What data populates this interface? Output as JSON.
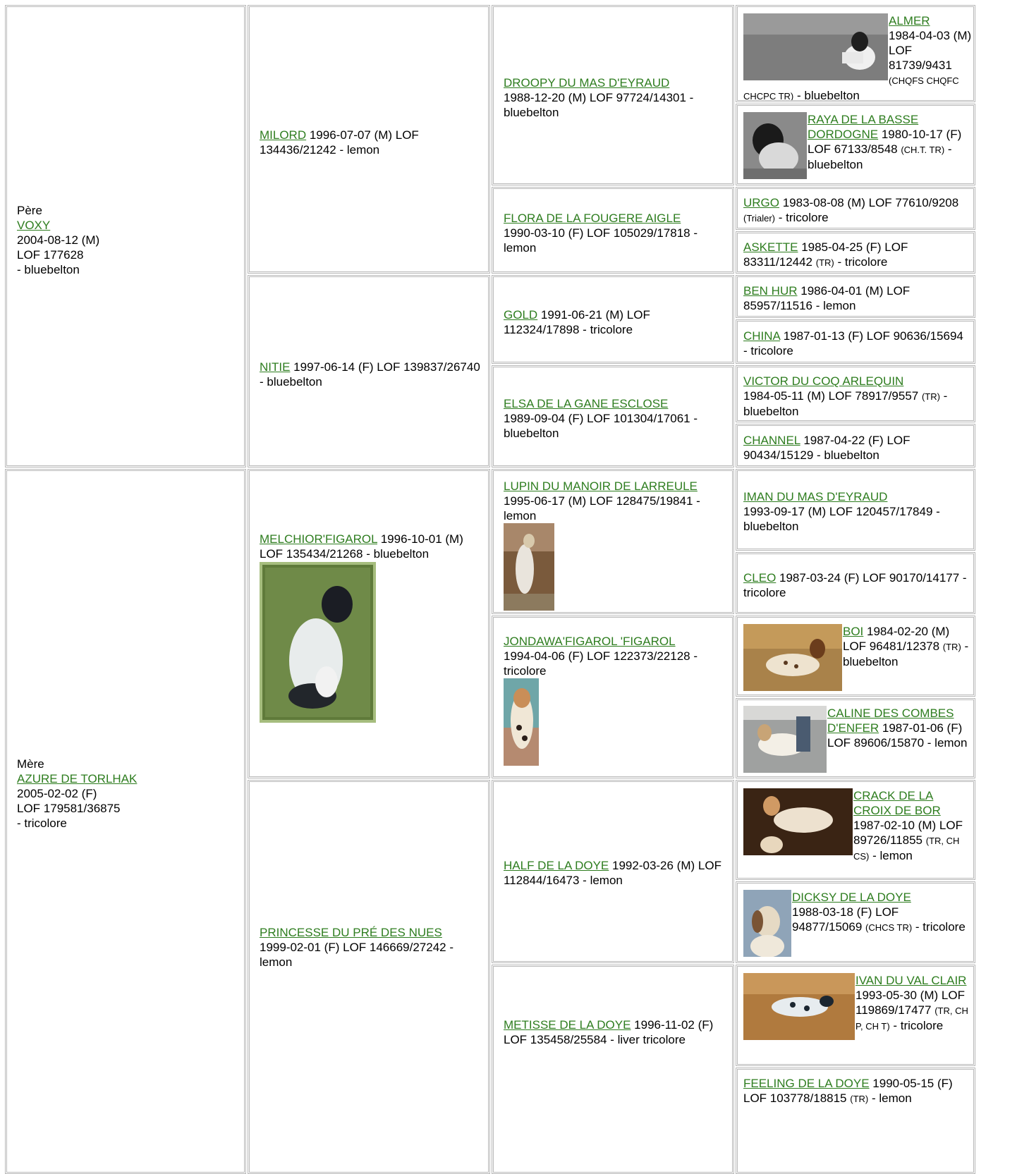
{
  "sire": {
    "heading": "Père",
    "name": "VOXY",
    "line1": "2004-08-12 (M)",
    "line2": "LOF 177628",
    "line3": "- bluebelton"
  },
  "dam": {
    "heading": "Mère",
    "name": "AZURE DE TORLHAK",
    "line1": "2005-02-02 (F)",
    "line2": "LOF 179581/36875",
    "line3": "- tricolore"
  },
  "gen2": {
    "milord": {
      "name": "MILORD",
      "info": " 1996-07-07 (M) LOF 134436/21242 - lemon"
    },
    "nitie": {
      "name": "NITIE",
      "info": " 1997-06-14 (F) LOF 139837/26740 - bluebelton"
    },
    "melchior": {
      "name": "MELCHIOR'FIGAROL",
      "info": " 1996-10-01 (M) LOF 135434/21268 - bluebelton"
    },
    "princesse": {
      "name": "PRINCESSE DU PRÉ DES NUES",
      "info": "1999-02-01 (F) LOF 146669/27242 - lemon"
    }
  },
  "gen3": {
    "droopy": {
      "name": "DROOPY DU MAS D'EYRAUD",
      "info": "1988-12-20 (M) LOF 97724/14301 - bluebelton"
    },
    "flora": {
      "name": "FLORA DE LA FOUGERE AIGLE",
      "info": "1990-03-10 (F) LOF 105029/17818 - lemon"
    },
    "gold": {
      "name": "GOLD",
      "info": " 1991-06-21 (M) LOF 112324/17898 - tricolore"
    },
    "elsa": {
      "name": "ELSA DE LA GANE ESCLOSE",
      "info": "1989-09-04 (F) LOF 101304/17061 - bluebelton"
    },
    "lupin": {
      "name": "LUPIN DU MANOIR DE LARREULE",
      "info": "1995-06-17 (M) LOF 128475/19841 - lemon"
    },
    "jondawa": {
      "name": "JONDAWA'FIGAROL 'FIGAROL",
      "info": "1994-04-06 (F) LOF 122373/22128 - tricolore"
    },
    "half": {
      "name": "HALF DE LA DOYE",
      "info": " 1992-03-26 (M) LOF 112844/16473 - lemon"
    },
    "metisse": {
      "name": "METISSE DE LA DOYE",
      "info": " 1996-11-02 (F) LOF 135458/25584 - liver tricolore"
    }
  },
  "gen4": {
    "almer": {
      "name": "ALMER",
      "info": "1984-04-03 (M) LOF 81739/9431",
      "title": "(CHQFS CHQFC CHCPC TR)",
      "color": " - bluebelton"
    },
    "raya": {
      "name": "RAYA DE LA BASSE DORDOGNE",
      "info": " 1980-10-17 (F) LOF 67133/8548 ",
      "title": "(CH.T. TR)",
      "color": " - bluebelton"
    },
    "urgo": {
      "name": "URGO",
      "info": " 1983-08-08 (M) LOF 77610/9208 ",
      "title": "(Trialer)",
      "color": " - tricolore"
    },
    "askette": {
      "name": "ASKETTE",
      "info": " 1985-04-25 (F) LOF 83311/12442 ",
      "title": "(TR)",
      "color": " - tricolore"
    },
    "benhur": {
      "name": "BEN HUR",
      "info": " 1986-04-01 (M) LOF 85957/11516 - lemon"
    },
    "china": {
      "name": "CHINA",
      "info": " 1987-01-13 (F) LOF 90636/15694 - tricolore"
    },
    "victor": {
      "name": "VICTOR DU COQ ARLEQUIN",
      "info": "1984-05-11 (M) LOF 78917/9557 ",
      "title": "(TR)",
      "color": " - bluebelton"
    },
    "channel": {
      "name": "CHANNEL",
      "info": " 1987-04-22 (F) LOF 90434/15129 - bluebelton"
    },
    "iman": {
      "name": "IMAN DU MAS D'EYRAUD",
      "info": "1993-09-17 (M) LOF 120457/17849 - bluebelton"
    },
    "cleo": {
      "name": "CLEO",
      "info": " 1987-03-24 (F) LOF 90170/14177 - tricolore"
    },
    "boi": {
      "name": "BOI",
      "info": " 1984-02-20 (M) LOF 96481/12378 ",
      "title": "(TR)",
      "color": " - bluebelton"
    },
    "caline": {
      "name": "CALINE DES COMBES D'ENFER",
      "info": " 1987-01-06 (F) LOF 89606/15870 - lemon"
    },
    "crack": {
      "name": "CRACK DE LA CROIX DE BOR",
      "info": "1987-02-10 (M) LOF 89726/11855 ",
      "title": "(TR, CH CS)",
      "color": " - lemon"
    },
    "dicksy": {
      "name": "DICKSY DE LA DOYE",
      "info": "1988-03-18 (F) LOF 94877/15069 ",
      "title": "(CHCS TR)",
      "color": " - tricolore"
    },
    "ivan": {
      "name": "IVAN DU VAL CLAIR",
      "info": " 1993-05-30 (M) LOF 119869/17477 ",
      "title": "(TR, CH P, CH T)",
      "color": " - tricolore"
    },
    "feeling": {
      "name": "FEELING DE LA DOYE",
      "info": " 1990-05-15 (F) LOF 103778/18815 ",
      "title": "(TR)",
      "color": " - lemon"
    }
  },
  "photos": {
    "almer": "dog-photo-field-bw",
    "raya": "dog-photo-bw",
    "melchior": "dog-photo-sitting",
    "lupin": "dog-photo-standing",
    "jondawa": "dog-photo-portrait",
    "boi": "dog-photo-autumn",
    "caline": "dog-photo-show",
    "crack": "dog-photo-dark",
    "dicksy": "dog-photo-head",
    "ivan": "dog-photo-running"
  }
}
